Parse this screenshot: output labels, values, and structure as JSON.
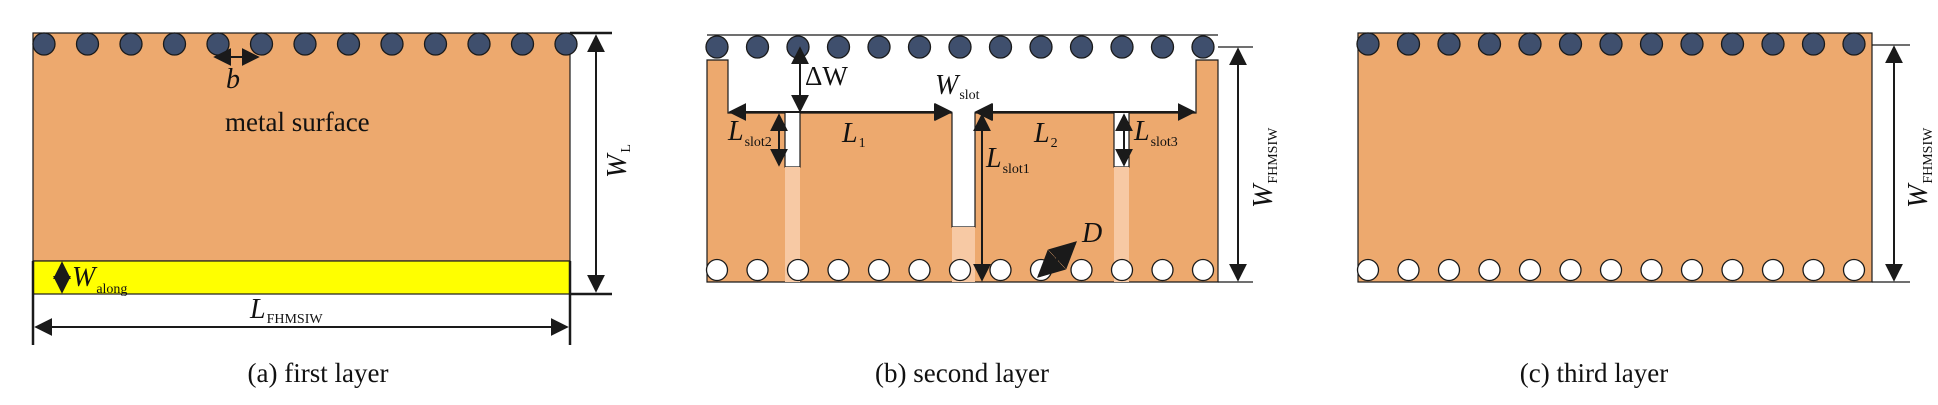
{
  "colors": {
    "copper": "#eda96e",
    "via_fill": "#3f4f6d",
    "via_open": "#ffffff",
    "strip": "#ffff00",
    "slot_light": "#f7c9a4",
    "line": "#1a1a1a"
  },
  "panel_a": {
    "surface_label": "metal surface",
    "b": "b",
    "wl_main": "W",
    "wl_sub": "L",
    "walong_main": "W",
    "walong_sub": "along",
    "lf_main": "L",
    "lf_sub": "FHMSIW",
    "caption": "(a) first layer"
  },
  "panel_b": {
    "delta_w": "ΔW",
    "wslot_main": "W",
    "wslot_sub": "slot",
    "lslot2_main": "L",
    "lslot2_sub": "slot2",
    "l1_main": "L",
    "l1_sub": "1",
    "lslot1_main": "L",
    "lslot1_sub": "slot1",
    "l2_main": "L",
    "l2_sub": "2",
    "lslot3_main": "L",
    "lslot3_sub": "slot3",
    "d": "D",
    "wf_main": "W",
    "wf_sub": "FHMSIW",
    "caption": "(b) second layer"
  },
  "panel_c": {
    "wf_main": "W",
    "wf_sub": "FHMSIW",
    "caption": "(c) third layer"
  }
}
